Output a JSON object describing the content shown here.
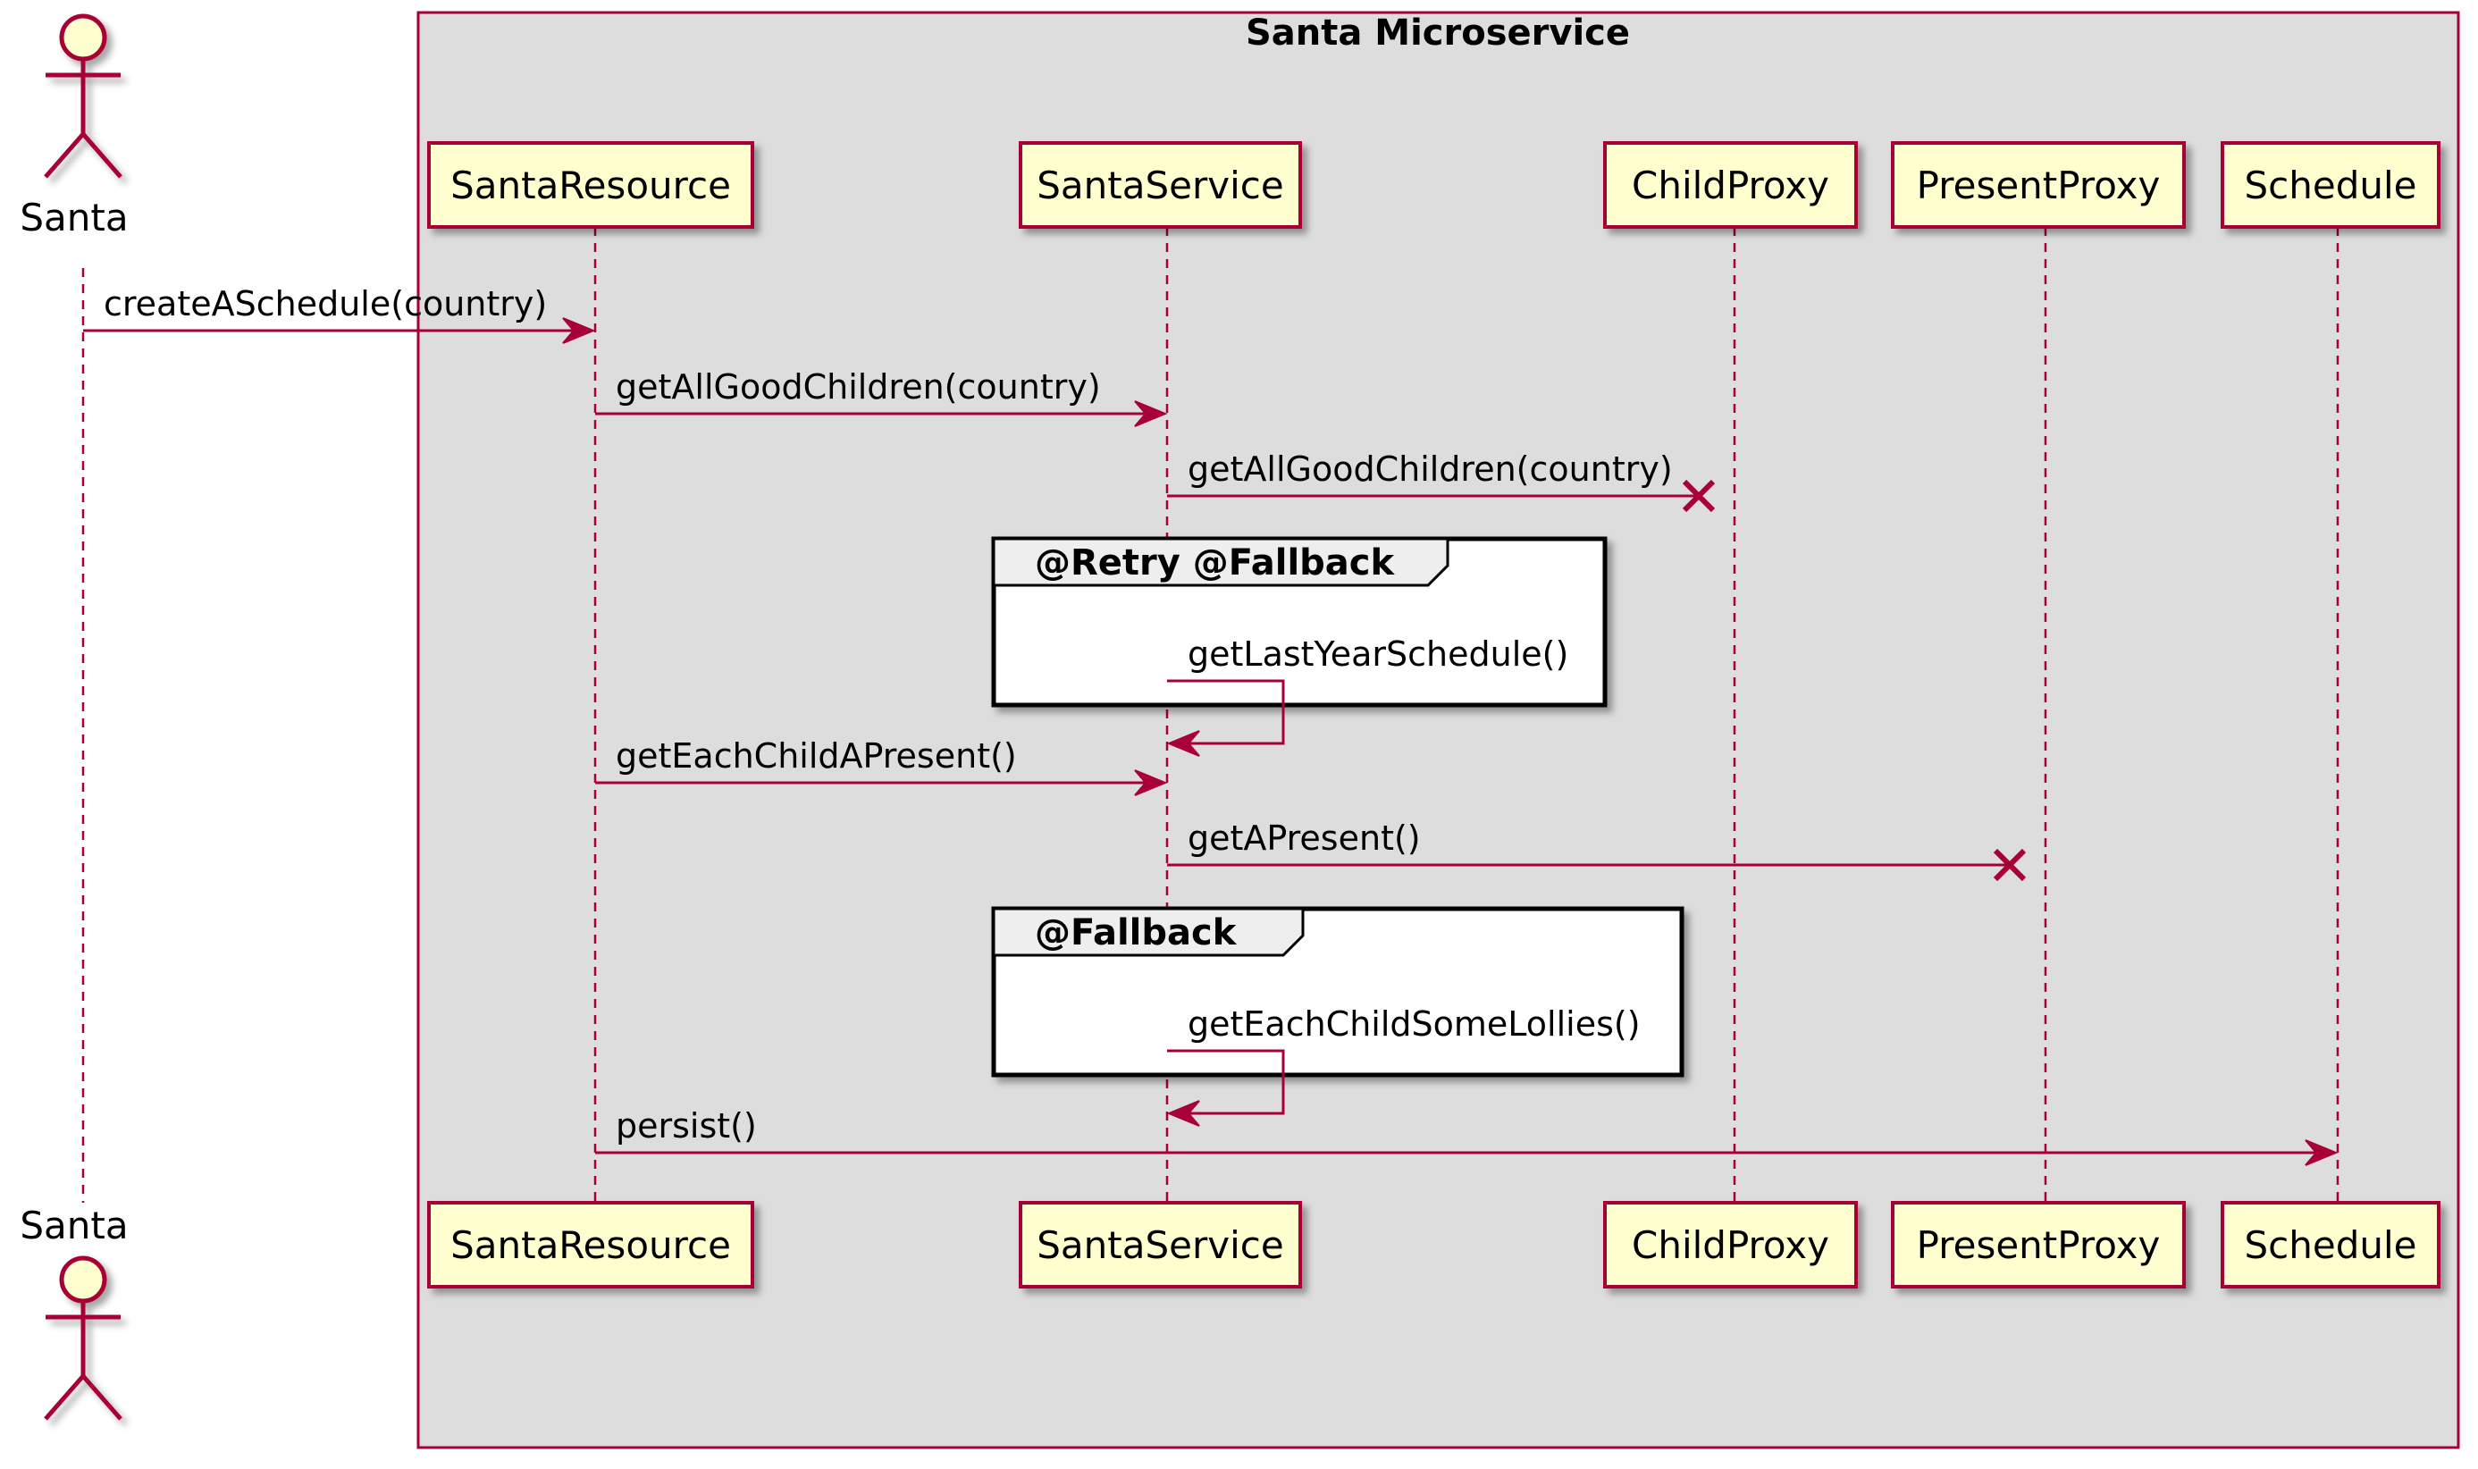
{
  "colors": {
    "line": "#A80036",
    "participant_fill": "#FEFECE",
    "box_fill": "#DDDDDD",
    "fragment_border": "#000000",
    "fragment_title_fill": "#EEEEEE"
  },
  "box": {
    "title": "Santa Microservice"
  },
  "actor": {
    "name": "Santa",
    "icon": "stick-figure-actor"
  },
  "participants": [
    {
      "name": "SantaResource"
    },
    {
      "name": "SantaService"
    },
    {
      "name": "ChildProxy"
    },
    {
      "name": "PresentProxy"
    },
    {
      "name": "Schedule"
    }
  ],
  "messages": [
    {
      "label": "createASchedule(country)",
      "from": "Santa",
      "to": "SantaResource",
      "end": "arrow"
    },
    {
      "label": "getAllGoodChildren(country)",
      "from": "SantaResource",
      "to": "SantaService",
      "end": "arrow"
    },
    {
      "label": "getAllGoodChildren(country)",
      "from": "SantaService",
      "to": "ChildProxy",
      "end": "lost"
    },
    {
      "label": "getLastYearSchedule()",
      "from": "SantaService",
      "to": "SantaService",
      "end": "self"
    },
    {
      "label": "getEachChildAPresent()",
      "from": "SantaResource",
      "to": "SantaService",
      "end": "arrow"
    },
    {
      "label": "getAPresent()",
      "from": "SantaService",
      "to": "PresentProxy",
      "end": "lost"
    },
    {
      "label": "getEachChildSomeLollies()",
      "from": "SantaService",
      "to": "SantaService",
      "end": "self"
    },
    {
      "label": "persist()",
      "from": "SantaResource",
      "to": "Schedule",
      "end": "arrow"
    }
  ],
  "fragments": [
    {
      "title": "@Retry @Fallback",
      "wraps_message": 3
    },
    {
      "title": "@Fallback",
      "wraps_message": 6
    }
  ]
}
